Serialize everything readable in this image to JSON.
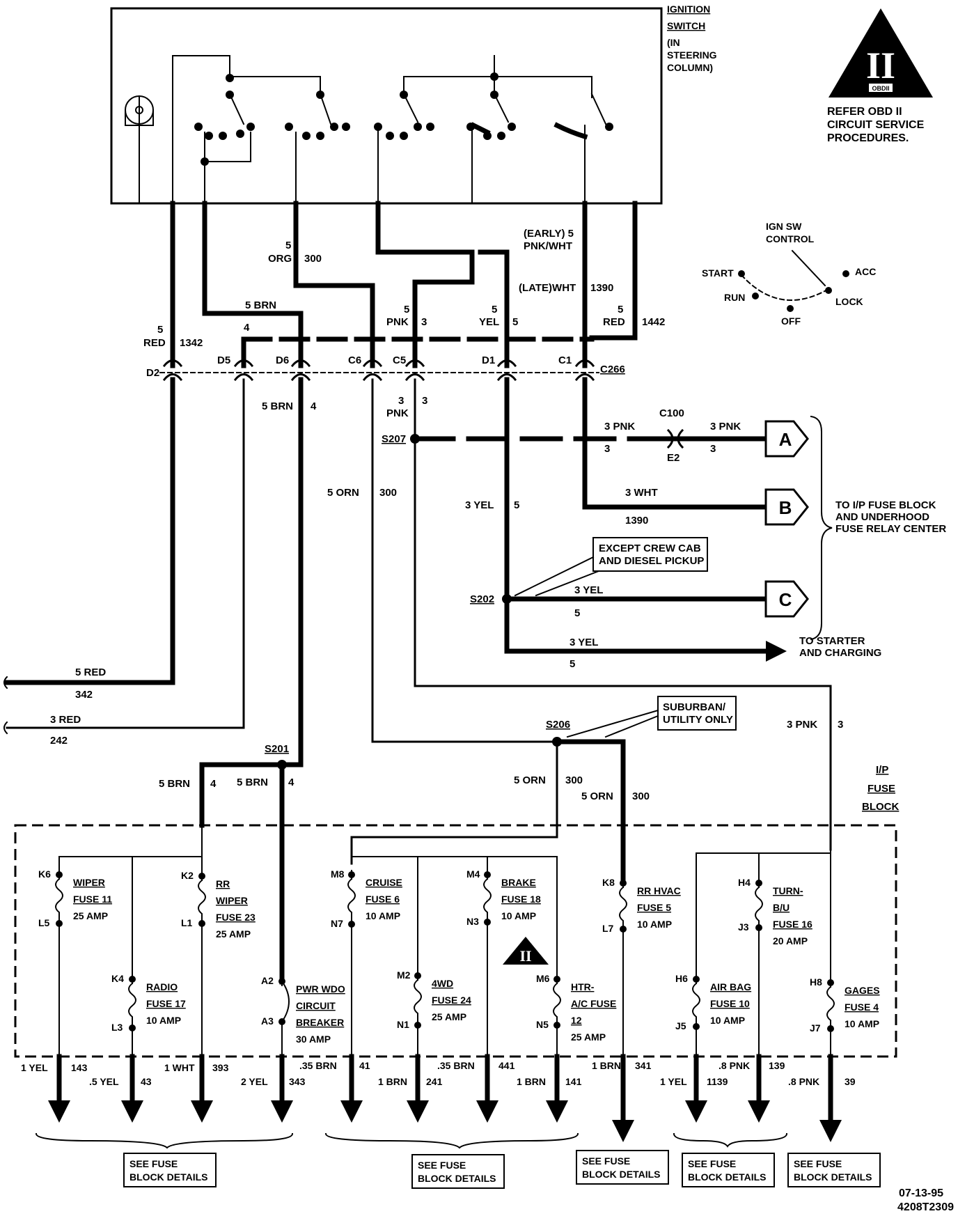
{
  "switch": {
    "title1": "IGNITION",
    "title2": "SWITCH",
    "title3": "(IN",
    "title4": "STEERING",
    "title5": "COLUMN)"
  },
  "obd": {
    "symbol": "II",
    "badge": "OBDII",
    "note1": "REFER OBD II",
    "note2": "CIRCUIT SERVICE",
    "note3": "PROCEDURES."
  },
  "ignctl": {
    "title1": "IGN SW",
    "title2": "CONTROL",
    "start": "START",
    "run": "RUN",
    "off": "OFF",
    "lock": "LOCK",
    "acc": "ACC"
  },
  "wires": {
    "w1": {
      "a": "5",
      "b": "ORG",
      "c": "300"
    },
    "w2": {
      "a": "5 BRN",
      "b": "4"
    },
    "w3": {
      "a": "5",
      "b": "RED",
      "c": "1342"
    },
    "w4": {
      "a": "5",
      "b": "PNK",
      "c": "3"
    },
    "w5": {
      "a": "5",
      "b": "YEL",
      "c": "5"
    },
    "w6": {
      "a": "(EARLY) 5",
      "b": "PNK/WHT",
      "c": "(LATE)WHT",
      "d": "1390"
    },
    "w7": {
      "a": "5",
      "b": "RED",
      "c": "1442"
    }
  },
  "connectors": {
    "d2": "D2",
    "d5": "D5",
    "d6": "D6",
    "c6": "C6",
    "c5": "C5",
    "d1": "D1",
    "c1": "C1",
    "c266": "C266",
    "c100": "C100",
    "e2": "E2"
  },
  "mid": {
    "brn54": {
      "a": "5 BRN",
      "b": "4"
    },
    "pnk33": {
      "a": "3",
      "b": "PNK",
      "c": "3"
    },
    "s207": "S207",
    "orn300": {
      "a": "5 ORN",
      "b": "300"
    },
    "yel35": {
      "a": "3 YEL",
      "b": "5"
    },
    "s202": "S202",
    "except1": "EXCEPT CREW CAB",
    "except2": "AND DIESEL PICKUP",
    "a_wire": {
      "l1": "3 PNK",
      "l2": "3",
      "r1": "3 PNK",
      "r2": "3"
    },
    "b_wire": {
      "a": "3 WHT",
      "b": "1390"
    },
    "c_wire": {
      "a": "3 YEL",
      "b": "5"
    },
    "starter_wire": {
      "a": "3 YEL",
      "b": "5"
    },
    "arrowA": "A",
    "arrowB": "B",
    "arrowC": "C",
    "to_ip1": "TO I/P FUSE BLOCK",
    "to_ip2": "AND UNDERHOOD",
    "to_ip3": "FUSE RELAY CENTER",
    "starter1": "TO STARTER",
    "starter2": "AND CHARGING",
    "red342": {
      "a": "5 RED",
      "b": "342"
    },
    "red242": {
      "a": "3 RED",
      "b": "242"
    },
    "s206": "S206",
    "suburban1": "SUBURBAN/",
    "suburban2": "UTILITY ONLY",
    "pnk3": {
      "a": "3 PNK",
      "b": "3"
    },
    "s201": "S201",
    "brn4l": {
      "a": "5 BRN",
      "b": "4"
    },
    "brn4r": {
      "a": "5 BRN",
      "b": "4"
    },
    "orn300l": {
      "a": "5 ORN",
      "b": "300"
    },
    "orn300r": {
      "a": "5 ORN",
      "b": "300"
    }
  },
  "fuseblock": {
    "l1": "I/P",
    "l2": "FUSE",
    "l3": "BLOCK"
  },
  "fuses": [
    {
      "top": "K6",
      "bot": "L5",
      "name": "WIPER",
      "fuse": "FUSE 11",
      "amp": "25 AMP"
    },
    {
      "top": "K4",
      "bot": "L3",
      "name": "RADIO",
      "fuse": "FUSE 17",
      "amp": "10 AMP"
    },
    {
      "top": "K2",
      "bot": "L1",
      "name": "RR",
      "name2": "WIPER",
      "fuse": "FUSE 23",
      "amp": "25 AMP"
    },
    {
      "top": "A2",
      "bot": "A3",
      "name": "PWR WDO",
      "name2": "CIRCUIT",
      "fuse": "BREAKER",
      "amp": "30 AMP"
    },
    {
      "top": "M8",
      "bot": "N7",
      "name": "CRUISE",
      "fuse": "FUSE 6",
      "amp": "10 AMP"
    },
    {
      "top": "M2",
      "bot": "N1",
      "name": "4WD",
      "fuse": "FUSE 24",
      "amp": "25 AMP"
    },
    {
      "top": "M4",
      "bot": "N3",
      "name": "BRAKE",
      "fuse": "FUSE 18",
      "amp": "10 AMP"
    },
    {
      "top": "M6",
      "bot": "N5",
      "name": "HTR-",
      "name2": "A/C FUSE",
      "fuse": "12",
      "amp": "25 AMP"
    },
    {
      "top": "K8",
      "bot": "L7",
      "name": "RR HVAC",
      "fuse": "FUSE 5",
      "amp": "10 AMP"
    },
    {
      "top": "H6",
      "bot": "J5",
      "name": "AIR BAG",
      "fuse": "FUSE 10",
      "amp": "10 AMP"
    },
    {
      "top": "H4",
      "bot": "J3",
      "name": "TURN-",
      "name2": "B/U",
      "fuse": "FUSE 16",
      "amp": "20 AMP"
    },
    {
      "top": "H8",
      "bot": "J7",
      "name": "GAGES",
      "fuse": "FUSE 4",
      "amp": "10 AMP"
    }
  ],
  "outputs": [
    {
      "a": "1 YEL",
      "b": "143"
    },
    {
      "a": ".5 YEL",
      "b": "43"
    },
    {
      "a": "1 WHT",
      "b": "393"
    },
    {
      "a": "2 YEL",
      "b": "343"
    },
    {
      "a": ".35 BRN",
      "b": "41"
    },
    {
      "a": "1 BRN",
      "b": "241"
    },
    {
      "a": ".35 BRN",
      "b": "441"
    },
    {
      "a": "1 BRN",
      "b": "141"
    },
    {
      "a": "1 BRN",
      "b": "341"
    },
    {
      "a": "1 YEL",
      "b": "1139"
    },
    {
      "a": ".8 PNK",
      "b": "139"
    },
    {
      "a": ".8 PNK",
      "b": "39"
    }
  ],
  "see": {
    "l1": "SEE FUSE",
    "l2": "BLOCK DETAILS"
  },
  "footer": {
    "date": "07-13-95",
    "code": "4208T2309"
  }
}
